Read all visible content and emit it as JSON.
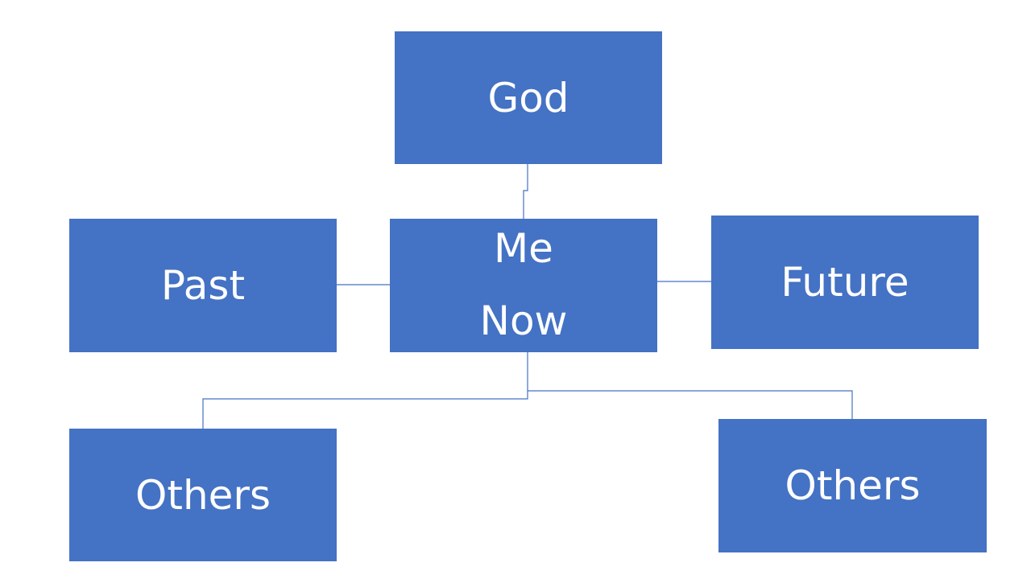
{
  "nodes": {
    "god": "God",
    "past": "Past",
    "me_line1": "Me",
    "me_line2": "Now",
    "future": "Future",
    "others_left": "Others",
    "others_right": "Others"
  },
  "colors": {
    "box_fill": "#4472c4",
    "box_text": "#ffffff",
    "connector": "#4472c4",
    "background": "#ffffff"
  }
}
